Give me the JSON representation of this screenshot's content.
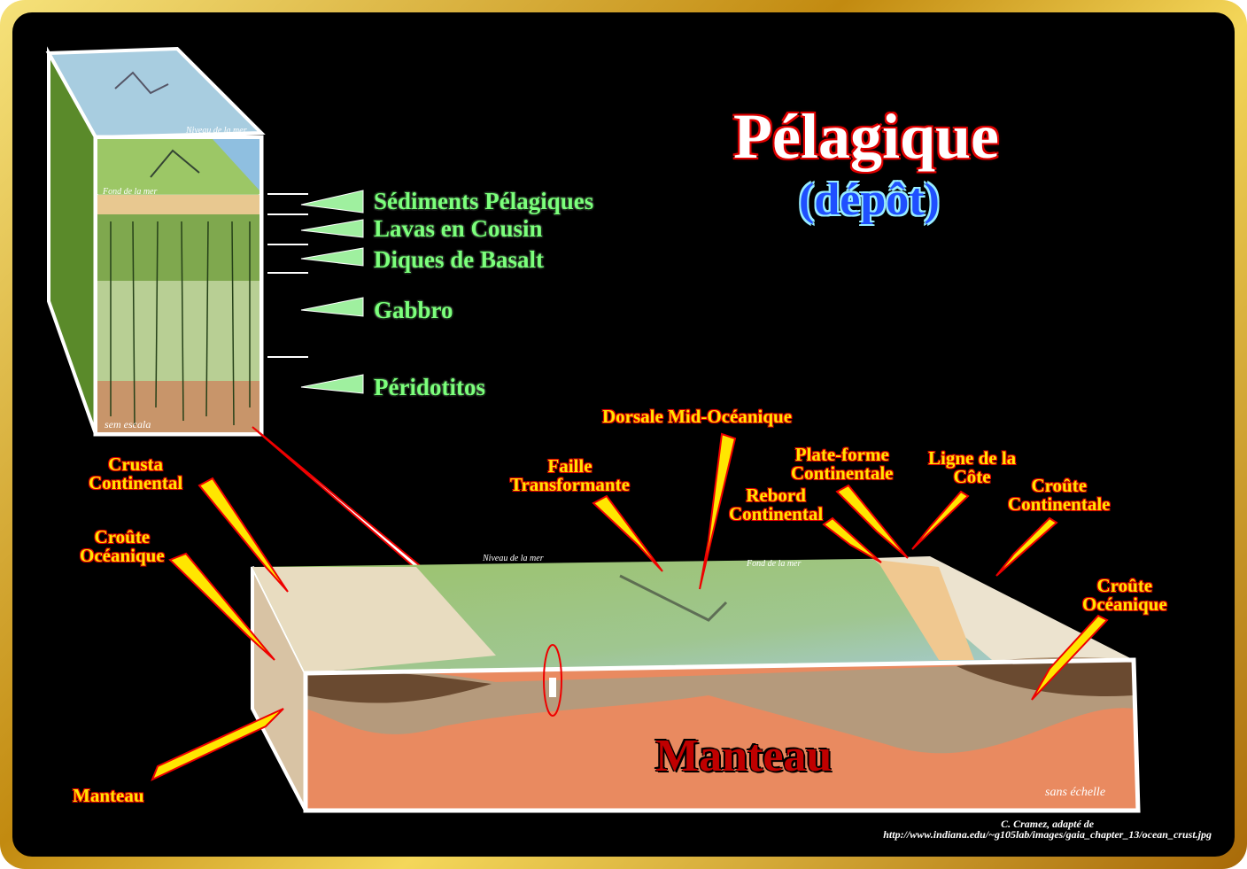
{
  "title": "Pélagique",
  "subtitle": "(dépôt)",
  "inset": {
    "labels": {
      "sea_level": "Niveau de la mer",
      "sea_floor": "Fond de la mer",
      "scale": "sem escala"
    },
    "layers": [
      "Sédiments Pélagiques",
      "Lavas en Cousin",
      "Diques de Basalt",
      "Gabbro",
      "Péridotitos"
    ]
  },
  "block": {
    "sea_level": "Niveau de la mer",
    "sea_floor": "Fond de la mer",
    "scale": "sans échelle",
    "mantle": "Manteau"
  },
  "labels": {
    "crusta_continental": [
      "Crusta",
      "Continental"
    ],
    "croute_oceanique_left": [
      "Croûte",
      "Océanique"
    ],
    "manteau_left": "Manteau",
    "faille": [
      "Faille",
      "Transformante"
    ],
    "dorsale": "Dorsale  Mid-Océanique",
    "plateforme": [
      "Plate-forme",
      "Continentale"
    ],
    "rebord": [
      "Rebord",
      "Continental"
    ],
    "ligne_cote": [
      "Ligne de la",
      "Côte"
    ],
    "croute_continentale_right": [
      "Croûte",
      "Continentale"
    ],
    "croute_oceanique_right": [
      "Croûte",
      "Océanique"
    ]
  },
  "credit": [
    "C. Cramez, adapté de",
    "http://www.indiana.edu/~g105lab/images/gaia_chapter_13/ocean_crust.jpg"
  ]
}
